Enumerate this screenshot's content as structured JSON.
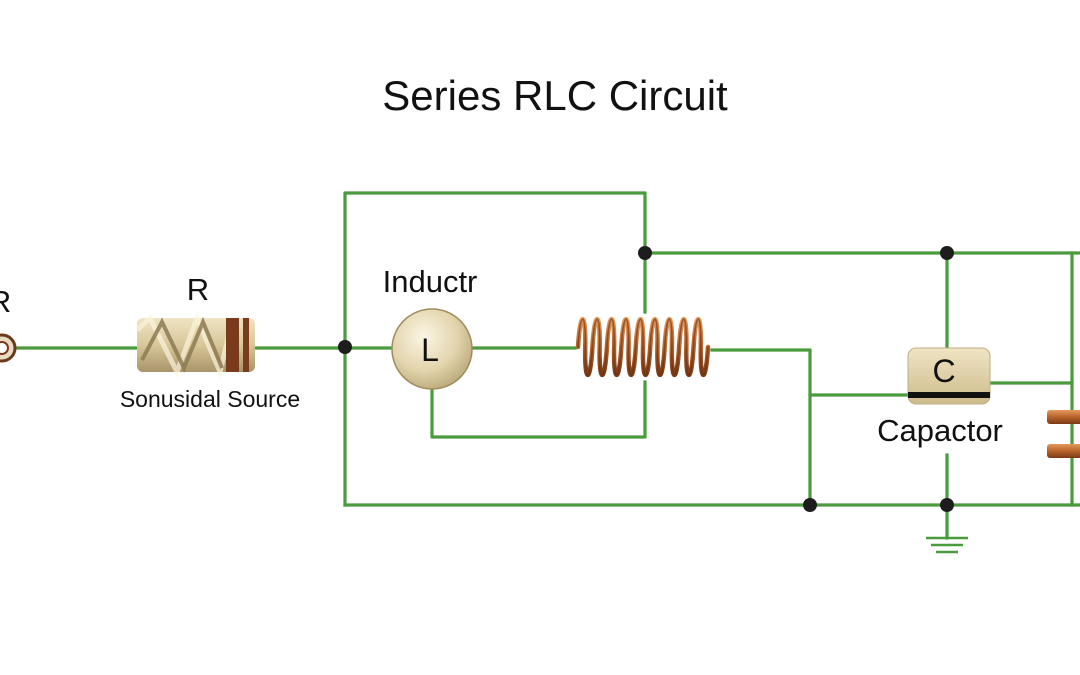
{
  "title": "Series RLC Circuit",
  "labels": {
    "source_partial": "R",
    "resistor": "R",
    "resistor_caption": "Sonusidal Source",
    "inductor": "Inductr",
    "inductor_symbol": "L",
    "capacitor_symbol": "C",
    "capacitor": "Capactor"
  },
  "colors": {
    "wire": "#4a9a3e",
    "node": "#1d1d1d",
    "copper": "#b8622a",
    "beige": "#e2d4ac",
    "band": "#7a3a1c",
    "capacitor_plate": "#111111"
  },
  "icons": {
    "source": "ac-source-terminal-icon",
    "resistor": "resistor-icon",
    "inductor_body": "inductor-coil-icon",
    "capacitor": "capacitor-icon",
    "ground": "ground-icon"
  }
}
